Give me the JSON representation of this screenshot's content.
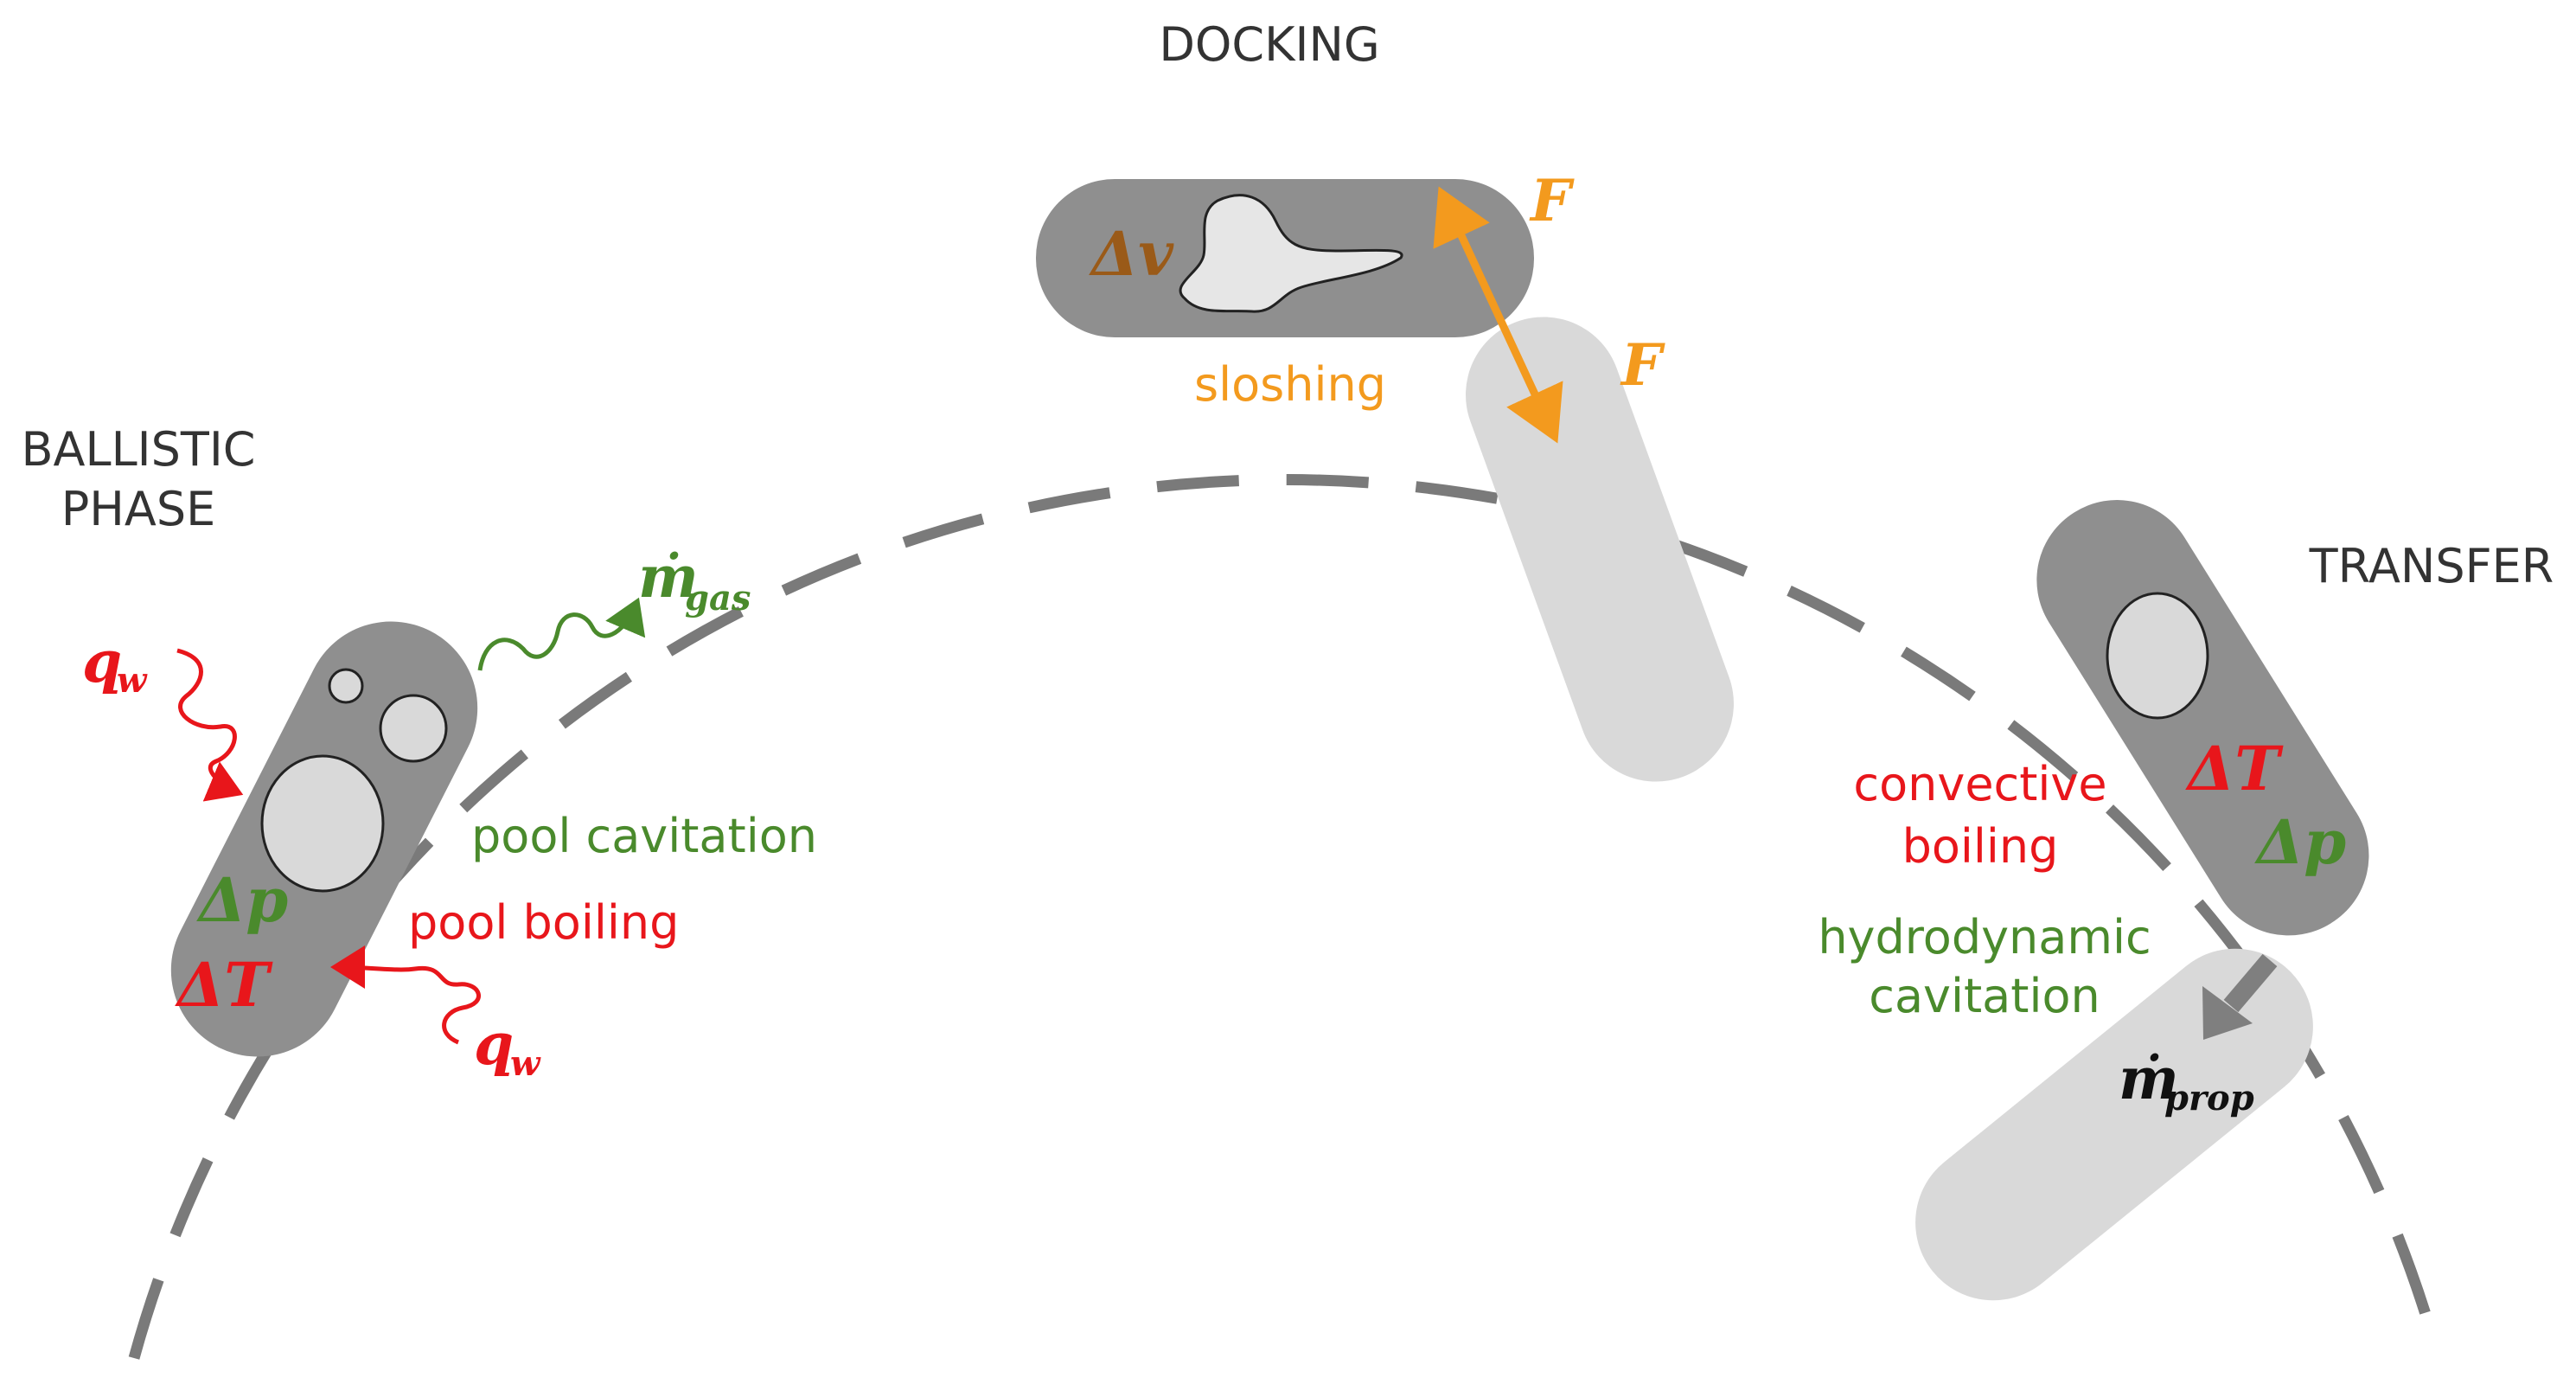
{
  "phases": {
    "ballistic_line1": "BALLISTIC",
    "ballistic_line2": "PHASE",
    "docking": "DOCKING",
    "transfer": "TRANSFER"
  },
  "ballistic": {
    "q_w": "q",
    "q_w_sub": "w",
    "m_gas": "ṁ",
    "m_gas_sub": "gas",
    "delta_p": "Δp",
    "delta_T": "ΔT",
    "pool_cavitation": "pool cavitation",
    "pool_boiling": "pool boiling"
  },
  "docking": {
    "delta_v": "Δv",
    "force": "F",
    "sloshing": "sloshing"
  },
  "transfer": {
    "delta_T": "ΔT",
    "delta_p": "Δp",
    "convective_line1": "convective",
    "convective_line2": "boiling",
    "hydro_line1": "hydrodynamic",
    "hydro_line2": "cavitation",
    "m_prop": "ṁ",
    "m_prop_sub": "prop"
  },
  "colors": {
    "heat": "#e8161b",
    "pressure": "#4a8a2c",
    "mechanical": "#f39a1e",
    "velocity": "#9a5a18",
    "tank": "#8f8f8f",
    "ghost_tank": "#d9d9d9",
    "bubble": "#d9d9d9",
    "orbit": "#7a7a7a",
    "text": "#333333"
  }
}
